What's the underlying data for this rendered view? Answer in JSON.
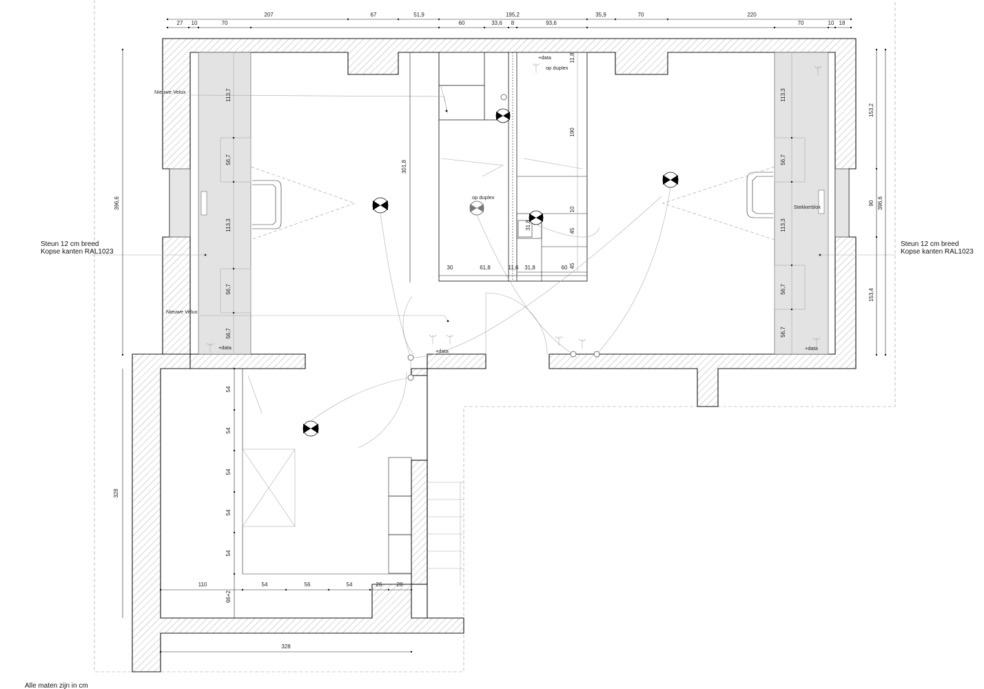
{
  "labels": {
    "nieuwe_velux_1": "Nieuwe Velux",
    "nieuwe_velux_2": "Nieuwe Velux",
    "op_duplex_1": "op duplex",
    "op_duplex_2": "op duplex",
    "data_top": "+data",
    "data_left": "+data",
    "data_mid": "+data",
    "data_right": "+data",
    "stekkerblok": "Stekkerblok",
    "left_note_1": "Steun 12 cm breed",
    "left_note_2": "Kopse kanten RAL1023",
    "right_note_1": "Steun 12 cm breed",
    "right_note_2": "Kopse kanten RAL1023",
    "bottom_note": "Alle maten zijn in cm"
  },
  "dims_top_row1": [
    "207",
    "67",
    "51,9",
    "195,2",
    "35,9",
    "70",
    "220"
  ],
  "dims_top_row2": [
    "27",
    "10",
    "70",
    "60",
    "33,6",
    "8",
    "93,6",
    "70",
    "10",
    "18"
  ],
  "dims_left_vertical": [
    "113,7",
    "56,7",
    "113,3",
    "56,7",
    "56,7"
  ],
  "dims_right_vertical": [
    "113,3",
    "56,7",
    "113,3",
    "56,7",
    "56,7"
  ],
  "dims_far_left": "396,6",
  "dims_far_right": [
    "153,2",
    "90",
    "153,4",
    "396,6"
  ],
  "dims_center": {
    "height": "301,8",
    "h190": "190",
    "h11_8": "11,8",
    "h10": "10",
    "h45a": "45",
    "h45b": "45",
    "h31_8": "31,8",
    "bottom": [
      "30",
      "61,8",
      "11,6",
      "31,8",
      "60"
    ]
  },
  "dims_lower_vertical": [
    "54",
    "54",
    "54",
    "54",
    "54"
  ],
  "dims_lower_horizontal": [
    "110",
    "54",
    "56",
    "54",
    "26",
    "28"
  ],
  "dims_lower_left": "328",
  "dims_lower_small": "66+2",
  "dims_lower_bottom": "328"
}
